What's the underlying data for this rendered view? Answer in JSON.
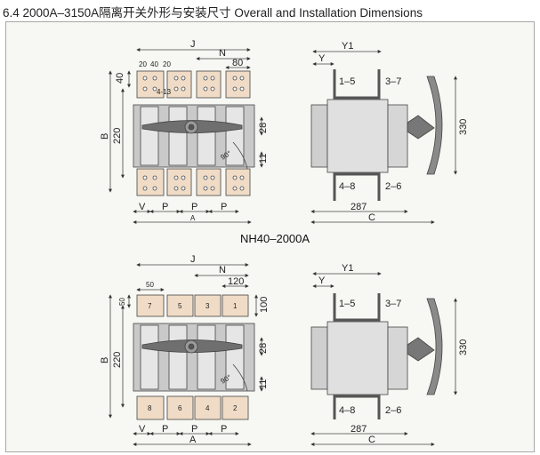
{
  "header": {
    "title": "6.4 2000A–3150A隔离开关外形与安装尺寸 Overall and Installation Dimensions"
  },
  "top": {
    "model": "NH40–2000A",
    "front": {
      "J": "J",
      "N": "N",
      "w80": "80",
      "w20a": "20",
      "w40": "40",
      "w20b": "20",
      "h40": "40",
      "hole": "4-13",
      "B": "B",
      "h220": "220",
      "h28": "28",
      "h11": "11",
      "angle": "90°",
      "V": "V",
      "P1": "P",
      "P2": "P",
      "P3": "P",
      "A": "A"
    },
    "side": {
      "Y1": "Y1",
      "Y": "Y",
      "t15": "1–5",
      "t37": "3–7",
      "t48": "4–8",
      "t26": "2–6",
      "h330": "330",
      "w287": "287",
      "C": "C"
    }
  },
  "bottom": {
    "front": {
      "J": "J",
      "N": "N",
      "w50": "50",
      "w120": "120",
      "h50": "50",
      "h100": "100",
      "B": "B",
      "h220": "220",
      "h28": "28",
      "h11": "11",
      "angle": "90°",
      "V": "V",
      "P1": "P",
      "P2": "P",
      "P3": "P",
      "A": "A",
      "n7": "7",
      "n5": "5",
      "n3": "3",
      "n1": "1",
      "n8": "8",
      "n6": "6",
      "n4": "4",
      "n2": "2"
    },
    "side": {
      "Y1": "Y1",
      "Y": "Y",
      "t15": "1–5",
      "t37": "3–7",
      "t48": "4–8",
      "t26": "2–6",
      "h330": "330",
      "w287": "287",
      "C": "C"
    }
  }
}
